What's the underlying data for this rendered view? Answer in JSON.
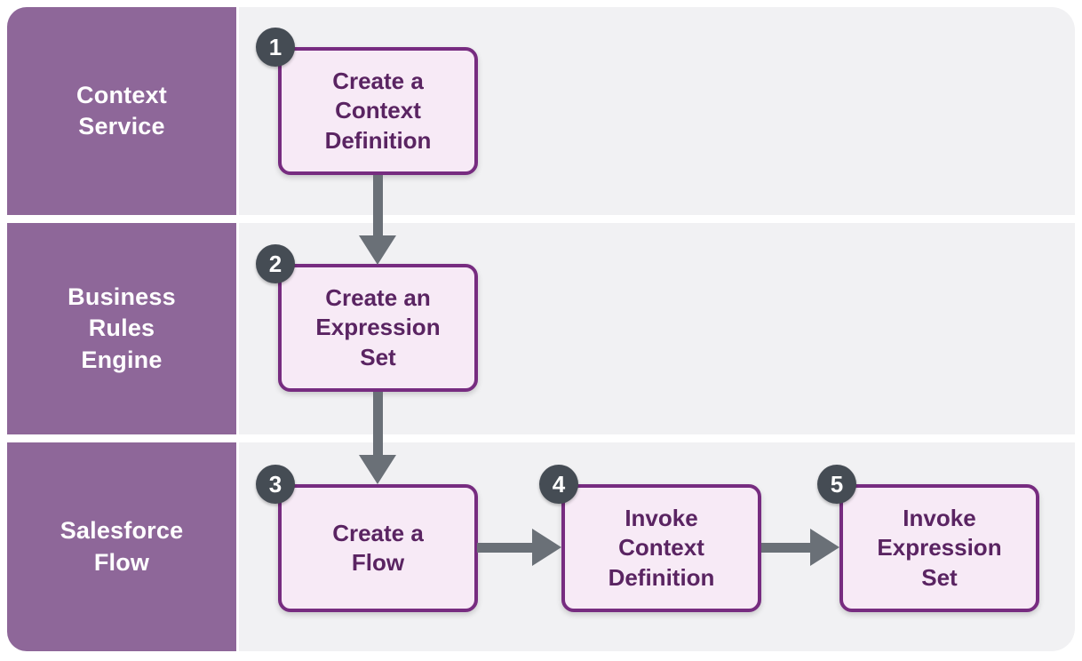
{
  "lanes": [
    {
      "label": "Context\nService"
    },
    {
      "label": "Business\nRules\nEngine"
    },
    {
      "label": "Salesforce\nFlow"
    }
  ],
  "steps": [
    {
      "number": "1",
      "label": "Create a\nContext\nDefinition",
      "lane": "Context Service"
    },
    {
      "number": "2",
      "label": "Create an\nExpression\nSet",
      "lane": "Business Rules Engine"
    },
    {
      "number": "3",
      "label": "Create a\nFlow",
      "lane": "Salesforce Flow"
    },
    {
      "number": "4",
      "label": "Invoke\nContext\nDefinition",
      "lane": "Salesforce Flow"
    },
    {
      "number": "5",
      "label": "Invoke\nExpression\nSet",
      "lane": "Salesforce Flow"
    }
  ],
  "connections": [
    {
      "from": "1",
      "to": "2",
      "direction": "down"
    },
    {
      "from": "2",
      "to": "3",
      "direction": "down"
    },
    {
      "from": "3",
      "to": "4",
      "direction": "right"
    },
    {
      "from": "4",
      "to": "5",
      "direction": "right"
    }
  ],
  "colors": {
    "lane_bg": "#8E6799",
    "lane_text": "#FFFFFF",
    "track_bg": "#F1F1F3",
    "canvas_bg": "#FFFFFF",
    "box_bg": "#F7EAF6",
    "box_border": "#772C80",
    "box_text": "#5A2462",
    "badge_bg": "#454C54",
    "badge_text": "#FFFFFF",
    "arrow": "#6A7077"
  }
}
